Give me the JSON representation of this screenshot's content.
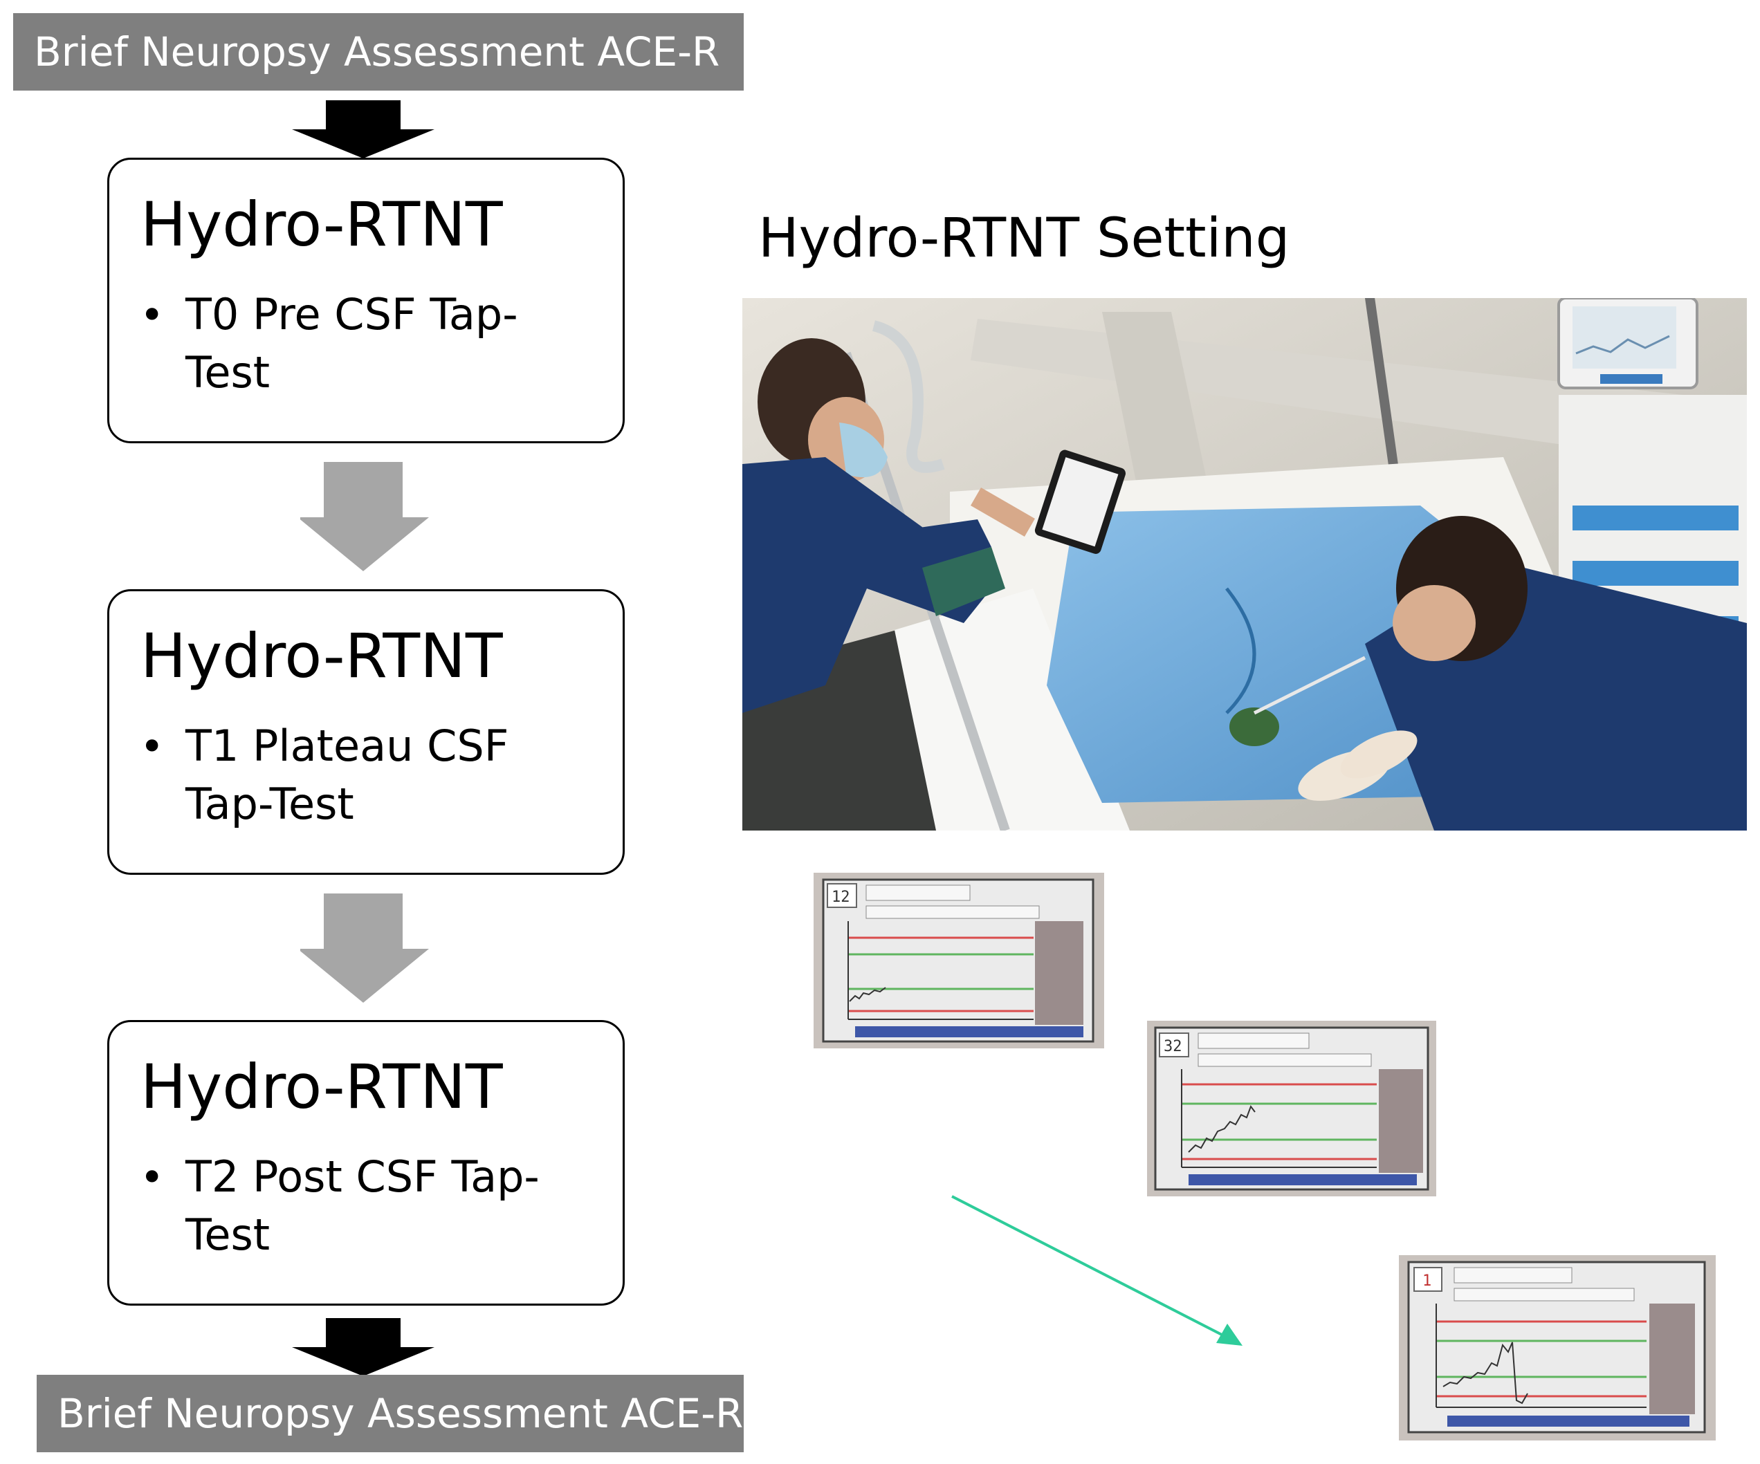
{
  "banners": {
    "top": "Brief Neuropsy Assessment ACE-R",
    "bottom": "Brief Neuropsy Assessment ACE-R"
  },
  "steps": [
    {
      "title": "Hydro-RTNT",
      "bullet": "•",
      "item": "T0 Pre CSF Tap-Test"
    },
    {
      "title": "Hydro-RTNT",
      "bullet": "•",
      "item": "T1 Plateau CSF Tap-Test"
    },
    {
      "title": "Hydro-RTNT",
      "bullet": "•",
      "item": "T2 Post CSF Tap-Test"
    }
  ],
  "setting": {
    "title": "Hydro-RTNT Setting"
  },
  "screens": [
    {
      "value": "12"
    },
    {
      "value": "32"
    },
    {
      "value": "1"
    }
  ],
  "colors": {
    "banner": "#7f7f7f",
    "arrow_black": "#000000",
    "arrow_gray": "#a6a6a6",
    "trend_arrow": "#2ecc9a",
    "drape": "#6fa8d8",
    "scrubs": "#1e3a6e"
  }
}
